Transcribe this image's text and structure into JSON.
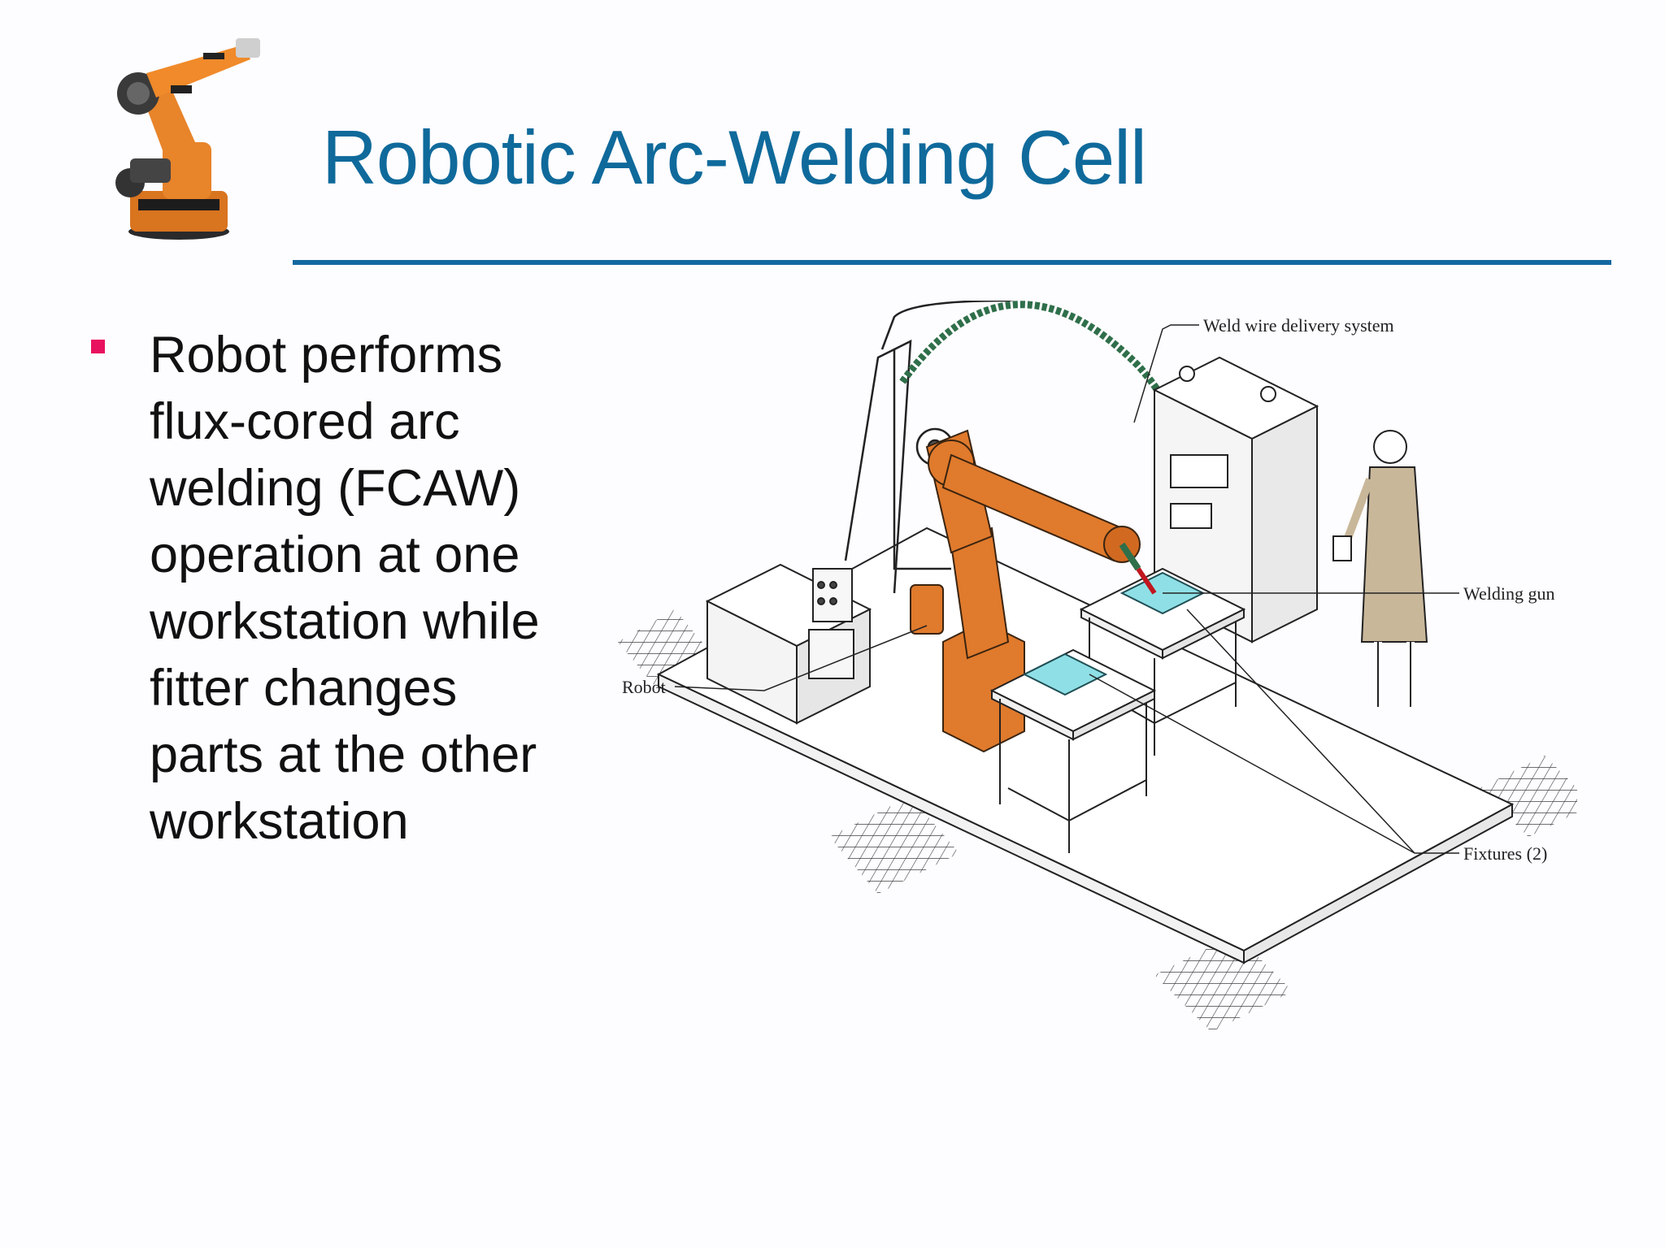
{
  "slide": {
    "title": "Robotic Arc-Welding Cell",
    "bullet_lines": [
      "Robot performs",
      "flux-cored arc",
      "welding (FCAW)",
      "operation at one",
      "workstation while",
      "fitter changes",
      "parts at the other",
      "workstation"
    ],
    "title_color": "#0f6a9b",
    "rule_color": "#1467a0",
    "bullet_color": "#e8115f"
  },
  "diagram": {
    "labels": {
      "weld_wire": "Weld wire delivery system",
      "welding_gun": "Welding gun",
      "robot": "Robot",
      "fixtures": "Fixtures (2)"
    },
    "robot_color": "#e07a2c",
    "fixture_color": "#8fe0e6",
    "coat_color": "#c9b79a"
  }
}
